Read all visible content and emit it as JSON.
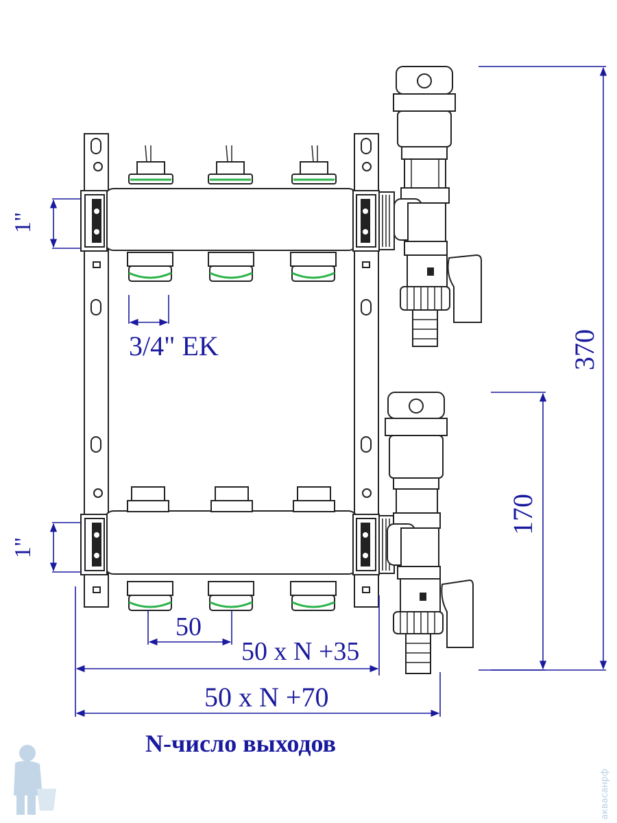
{
  "labels": {
    "pipe_size_top": "1\"",
    "pipe_size_bottom": "1\"",
    "outlet_thread": "3/4\" EK",
    "outlet_spacing": "50",
    "width_inner": "50 x N +35",
    "width_total": "50 x N +70",
    "height_total": "370",
    "height_between": "170",
    "note": "N-число выходов",
    "watermark_text": "аквасанрф"
  },
  "colors": {
    "dimension": "#1a1a9e",
    "outline": "#222222",
    "ring": "#2bb34a",
    "watermark": "#b9d0e4"
  },
  "icons": {
    "logo": "plumber-mascot-logo"
  }
}
